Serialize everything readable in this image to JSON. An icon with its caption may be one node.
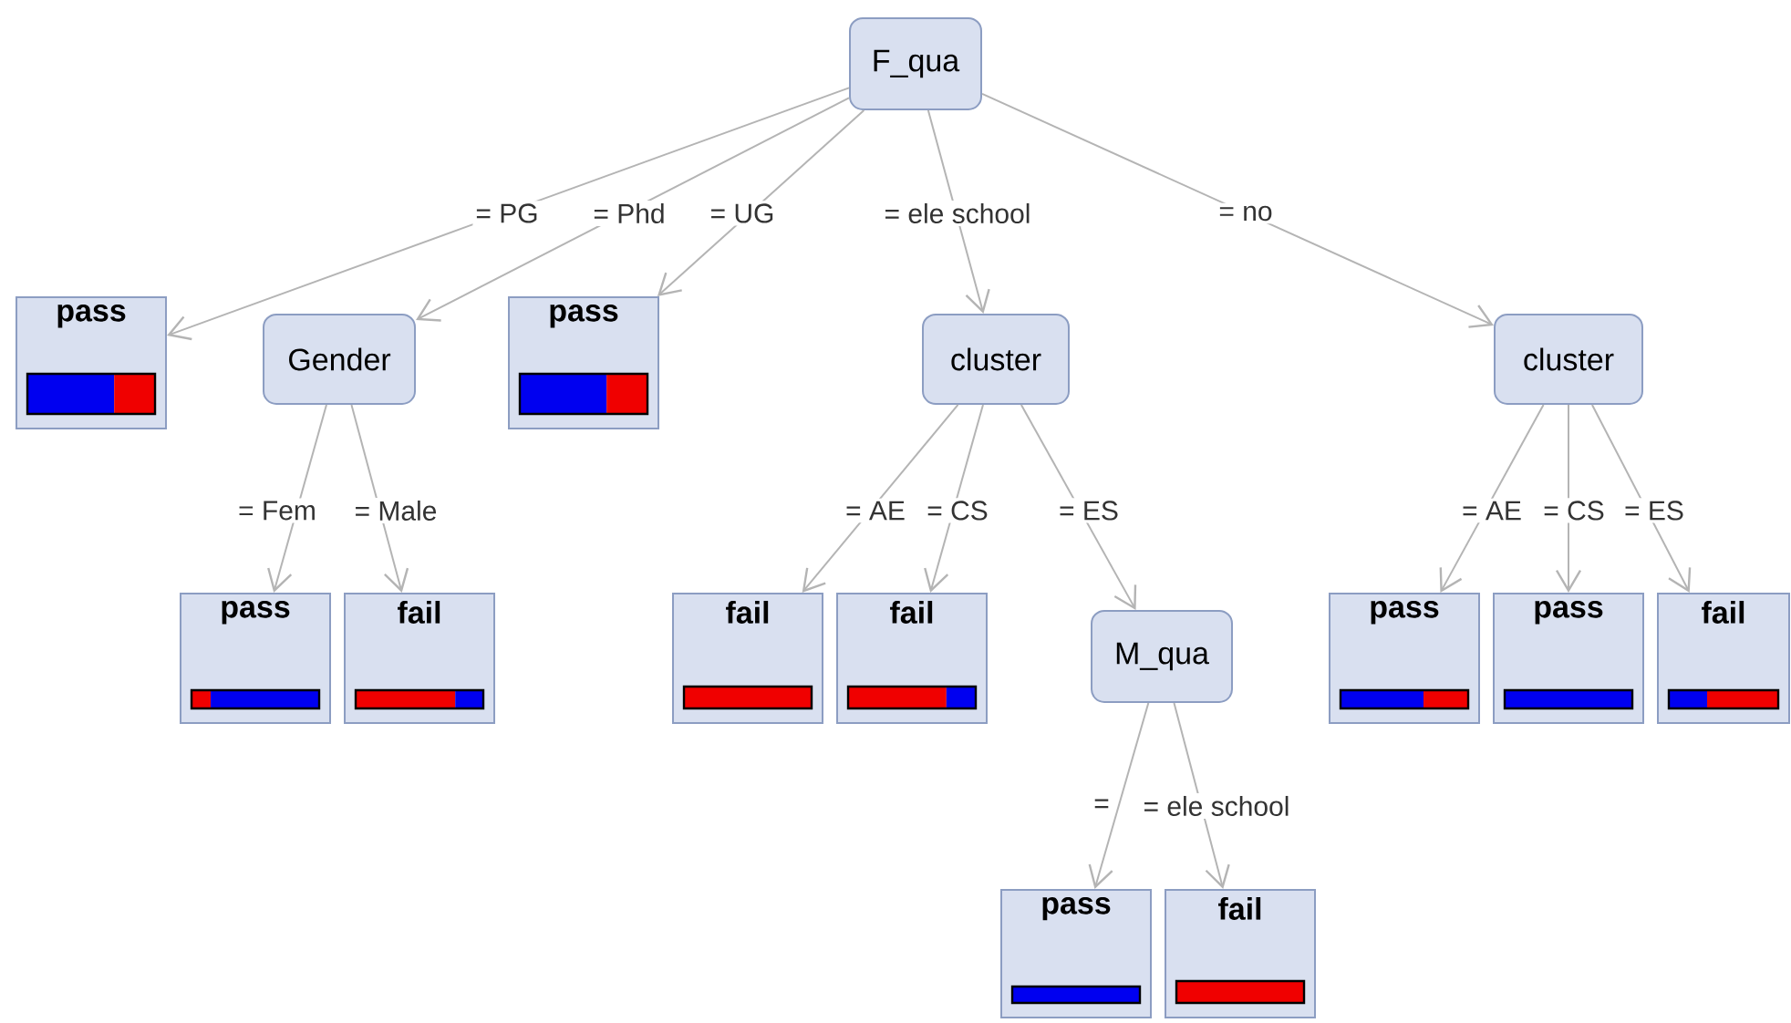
{
  "diagram": {
    "nodes": [
      {
        "text": [
          "F_qua"
        ]
      },
      {
        "text": [
          "pass"
        ]
      },
      {
        "text": [
          "Gender"
        ]
      },
      {
        "text": [
          "pass"
        ]
      },
      {
        "text": [
          "cluster"
        ]
      },
      {
        "text": [
          "cluster"
        ]
      },
      {
        "text": [
          "pass"
        ]
      },
      {
        "text": [
          "fail"
        ]
      },
      {
        "text": [
          "fail"
        ]
      },
      {
        "text": [
          "fail"
        ]
      },
      {
        "text": [
          "M_qua"
        ]
      },
      {
        "text": [
          "pass"
        ]
      },
      {
        "text": [
          "pass"
        ]
      },
      {
        "text": [
          "fail"
        ]
      },
      {
        "text": [
          "pass"
        ]
      },
      {
        "text": [
          "fail"
        ]
      }
    ],
    "edges": [
      {
        "from": 0,
        "to": 1,
        "arrow": "to",
        "label": "= PG"
      },
      {
        "from": 0,
        "to": 2,
        "arrow": "to",
        "label": "= Phd"
      },
      {
        "from": 0,
        "to": 3,
        "arrow": "to",
        "label": "= UG"
      },
      {
        "from": 0,
        "to": 4,
        "arrow": "to",
        "label": "= ele school"
      },
      {
        "from": 0,
        "to": 5,
        "arrow": "to",
        "label": "= no"
      },
      {
        "from": 2,
        "to": 6,
        "arrow": "to",
        "label": "= Fem"
      },
      {
        "from": 2,
        "to": 7,
        "arrow": "to",
        "label": "= Male"
      },
      {
        "from": 4,
        "to": 8,
        "arrow": "to",
        "label": "= AE"
      },
      {
        "from": 4,
        "to": 9,
        "arrow": "to",
        "label": "= CS"
      },
      {
        "from": 4,
        "to": 10,
        "arrow": "to",
        "label": "= ES"
      },
      {
        "from": 5,
        "to": 11,
        "arrow": "to",
        "label": "= AE"
      },
      {
        "from": 5,
        "to": 12,
        "arrow": "to",
        "label": "= CS"
      },
      {
        "from": 5,
        "to": 13,
        "arrow": "to",
        "label": "= ES"
      },
      {
        "from": 10,
        "to": 14,
        "arrow": "to",
        "label": "="
      },
      {
        "from": 10,
        "to": 15,
        "arrow": "to",
        "label": "= ele school"
      }
    ]
  }
}
